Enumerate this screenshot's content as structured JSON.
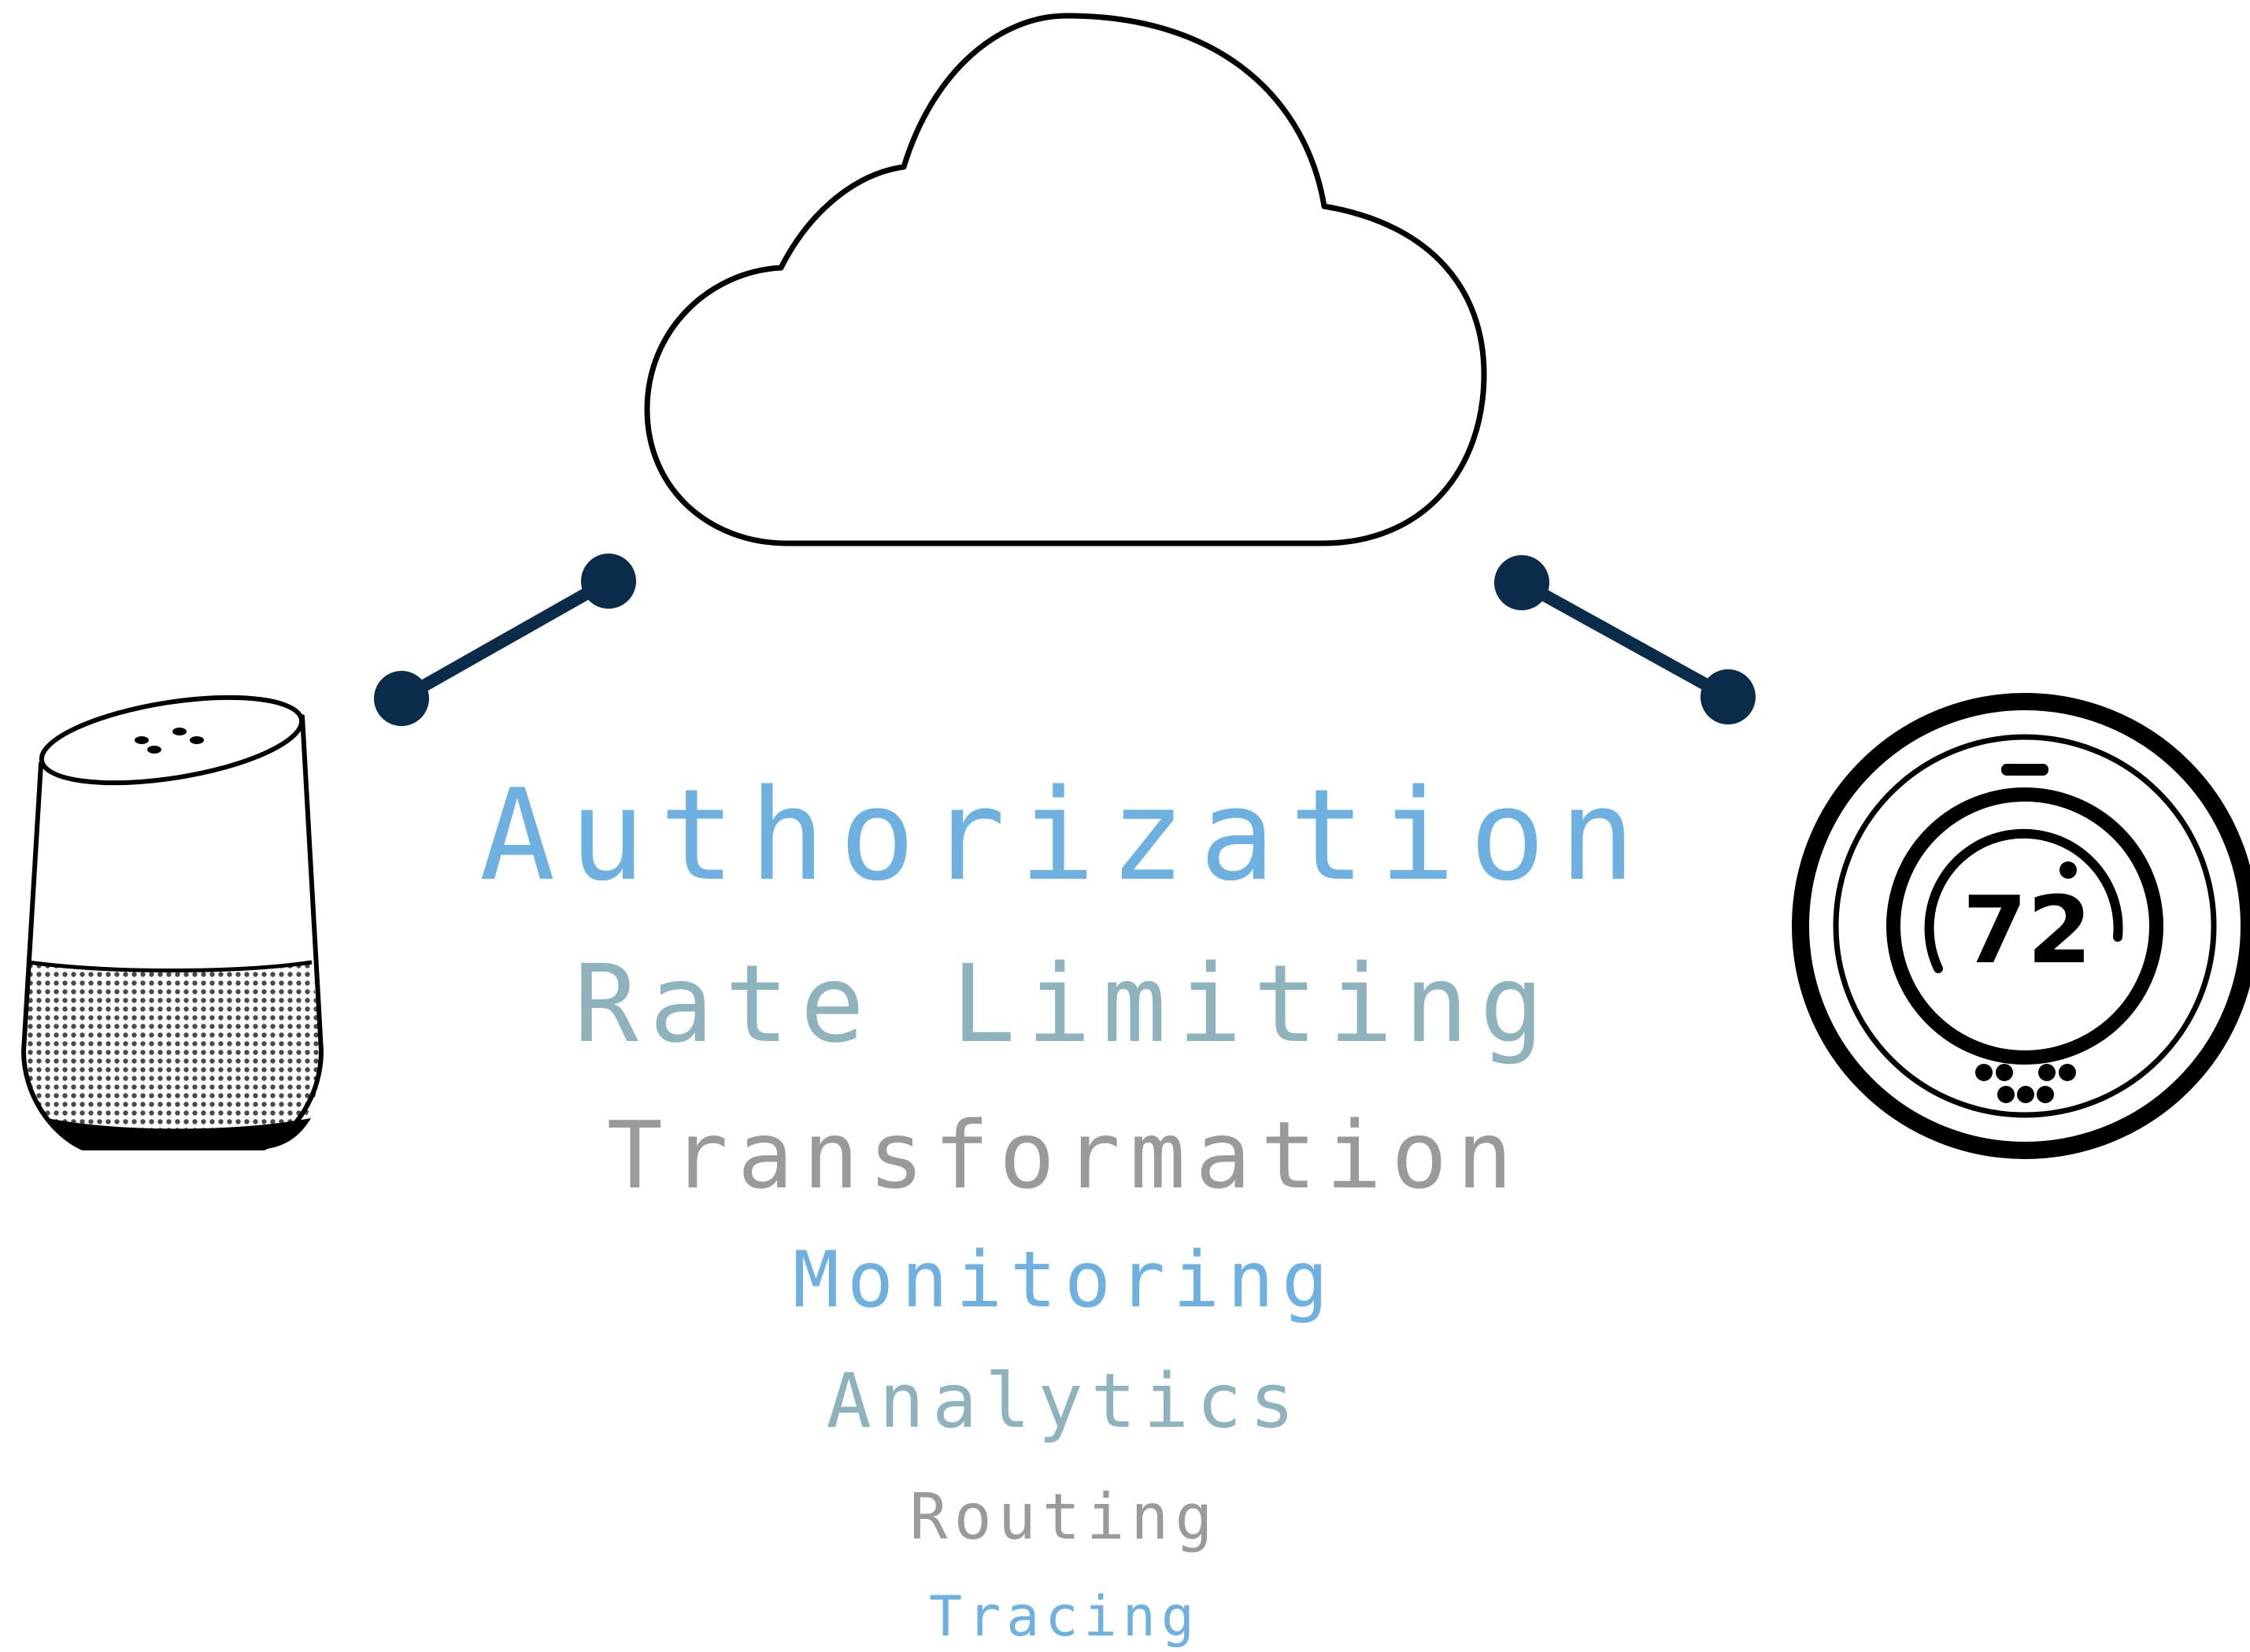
{
  "features": [
    {
      "label": "Authorization",
      "color": "#6eb0e0"
    },
    {
      "label": "Rate Limiting",
      "color": "#8fb3bd"
    },
    {
      "label": "Transformation",
      "color": "#9a9a9a"
    },
    {
      "label": "Monitoring",
      "color": "#6eb0e0"
    },
    {
      "label": "Analytics",
      "color": "#8fb3bd"
    },
    {
      "label": "Routing",
      "color": "#9a9a9a"
    },
    {
      "label": "Tracing",
      "color": "#6eb0e0"
    }
  ],
  "thermostat": {
    "temperature": "72"
  },
  "colors": {
    "connector": "#0a2b4a",
    "outline": "#000000"
  }
}
